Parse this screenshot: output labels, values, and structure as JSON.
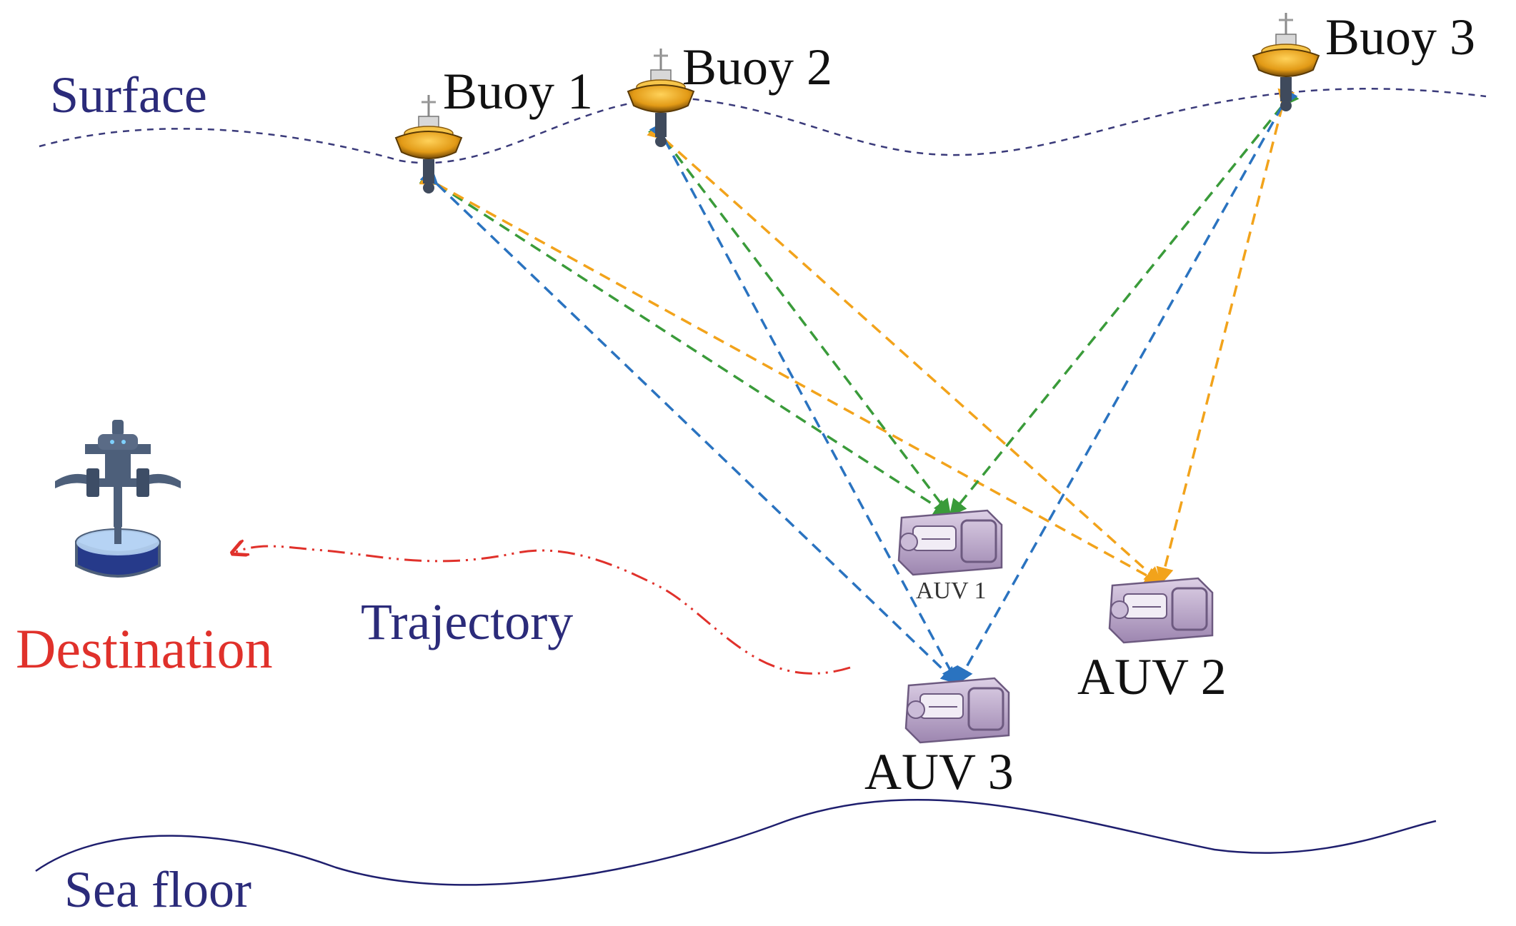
{
  "labels": {
    "surface": "Surface",
    "sea_floor": "Sea floor",
    "trajectory": "Trajectory",
    "destination": "Destination",
    "buoy1": "Buoy 1",
    "buoy2": "Buoy 2",
    "buoy3": "Buoy 3",
    "auv1": "AUV 1",
    "auv2": "AUV 2",
    "auv3": "AUV 3"
  },
  "colors": {
    "surface_text": "#2b2b7a",
    "surface_line": "#3a3a7a",
    "sea_floor_line": "#1f1f6e",
    "trajectory_line": "#e0312b",
    "destination_text": "#e0312b",
    "label_dark": "#111111",
    "link_green": "#3a9b3a",
    "link_orange": "#f2a31b",
    "link_blue": "#2a73c0",
    "buoy_body": "#e9a81e",
    "auv_body": "#b8a3c7",
    "station_body": "#4d5f7a"
  },
  "links": [
    {
      "from": "buoy1",
      "to": "auv1",
      "color": "green"
    },
    {
      "from": "buoy1",
      "to": "auv2",
      "color": "orange"
    },
    {
      "from": "buoy1",
      "to": "auv3",
      "color": "blue"
    },
    {
      "from": "buoy2",
      "to": "auv1",
      "color": "green"
    },
    {
      "from": "buoy2",
      "to": "auv2",
      "color": "orange"
    },
    {
      "from": "buoy2",
      "to": "auv3",
      "color": "blue"
    },
    {
      "from": "buoy3",
      "to": "auv1",
      "color": "green"
    },
    {
      "from": "buoy3",
      "to": "auv2",
      "color": "orange"
    },
    {
      "from": "buoy3",
      "to": "auv3",
      "color": "blue"
    }
  ]
}
